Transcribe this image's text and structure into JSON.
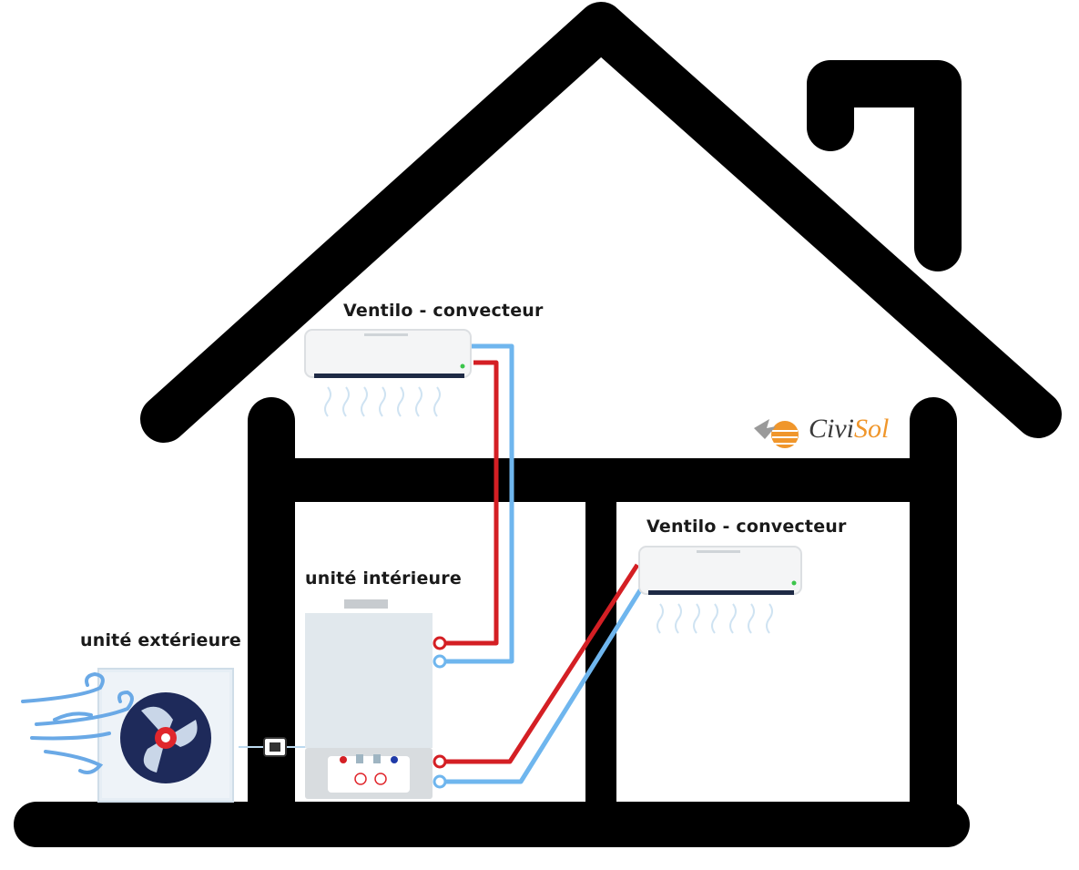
{
  "labels": {
    "fan_coil_upper": "Ventilo - convecteur",
    "fan_coil_right": "Ventilo - convecteur",
    "indoor_unit": "unité intérieure",
    "outdoor_unit": "unité extérieure"
  },
  "logo": {
    "part1": "Civi",
    "part2": "Sol"
  },
  "colors": {
    "house_outline": "#000000",
    "hot_pipe": "#d41f24",
    "cold_pipe": "#6fb6ee",
    "unit_body": "#f4f5f6",
    "indoor_unit_panel": "#e1e8ed",
    "outdoor_fan": "#1e2a5a",
    "outdoor_fan_hub": "#e0262c",
    "logo_orange": "#f0962b"
  }
}
